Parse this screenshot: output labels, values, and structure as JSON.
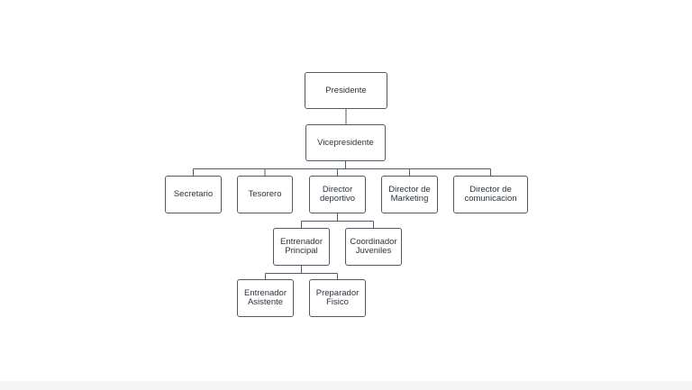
{
  "org_chart": {
    "nodes": {
      "presidente": "Presidente",
      "vicepresidente": "Vicepresidente",
      "secretario": "Secretario",
      "tesorero": "Tesorero",
      "director_deportivo": "Director\ndeportivo",
      "director_marketing": "Director de\nMarketing",
      "director_comunicacion": "Director de\ncomunicacion",
      "entrenador_principal": "Entrenador\nPrincipal",
      "coordinador_juveniles": "Coordinador\nJuveniles",
      "entrenador_asistente": "Entrenador\nAsistente",
      "preparador_fisico": "Preparador\nFisico"
    },
    "edges": [
      [
        "presidente",
        "vicepresidente"
      ],
      [
        "vicepresidente",
        "secretario"
      ],
      [
        "vicepresidente",
        "tesorero"
      ],
      [
        "vicepresidente",
        "director_deportivo"
      ],
      [
        "vicepresidente",
        "director_marketing"
      ],
      [
        "vicepresidente",
        "director_comunicacion"
      ],
      [
        "director_deportivo",
        "entrenador_principal"
      ],
      [
        "director_deportivo",
        "coordinador_juveniles"
      ],
      [
        "entrenador_principal",
        "entrenador_asistente"
      ],
      [
        "entrenador_principal",
        "preparador_fisico"
      ]
    ],
    "colors": {
      "border": "#4f5a66",
      "connector": "#4f5a66",
      "text": "#2b333b",
      "background": "#ffffff"
    }
  }
}
